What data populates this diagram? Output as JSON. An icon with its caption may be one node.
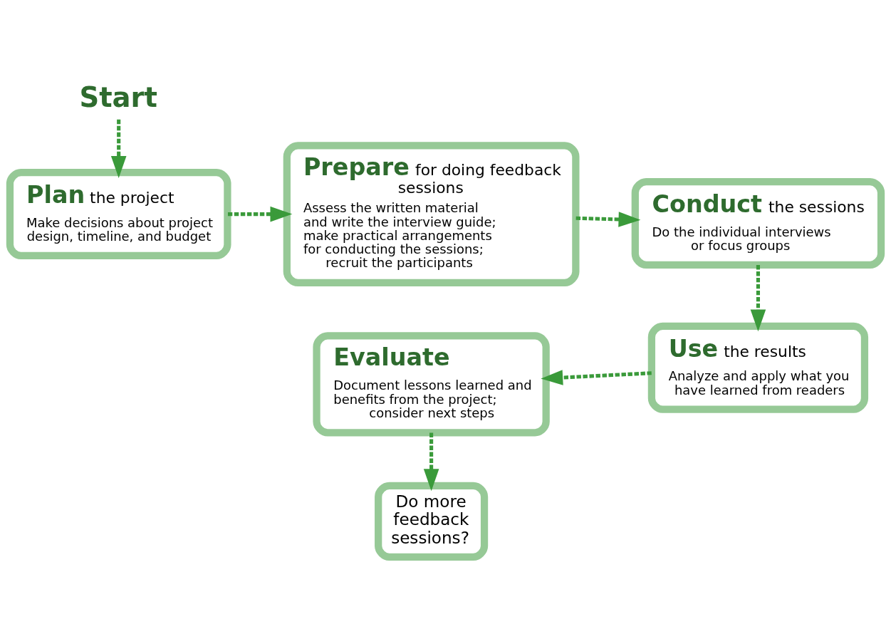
{
  "diagram": {
    "nodes": [
      {
        "text": [
          "Start"
        ]
      },
      {
        "text": [
          "Plan the project",
          "Make decisions about project design, timeline, and budget"
        ]
      },
      {
        "text": [
          "Prepare for doing feedback sessions",
          "Assess the written material and write the interview guide; make practical arrangements for conducting the sessions; recruit the participants"
        ]
      },
      {
        "text": [
          "Conduct the sessions",
          "Do the individual interviews or focus groups"
        ]
      },
      {
        "text": [
          "Use the results",
          "Analyze and apply what you have learned from readers"
        ]
      },
      {
        "text": [
          "Evaluate",
          "Document lessons learned and benefits from the project; consider next steps"
        ]
      },
      {
        "text": [
          "Do more feedback sessions?"
        ]
      }
    ],
    "edges": [
      {
        "from": 0,
        "to": 1,
        "arrow": "to",
        "style": "dashed"
      },
      {
        "from": 1,
        "to": 2,
        "arrow": "to",
        "style": "dashed"
      },
      {
        "from": 2,
        "to": 3,
        "arrow": "to",
        "style": "dashed"
      },
      {
        "from": 3,
        "to": 4,
        "arrow": "to",
        "style": "dashed"
      },
      {
        "from": 4,
        "to": 5,
        "arrow": "to",
        "style": "dashed"
      },
      {
        "from": 5,
        "to": 6,
        "arrow": "to",
        "style": "dashed"
      }
    ]
  }
}
